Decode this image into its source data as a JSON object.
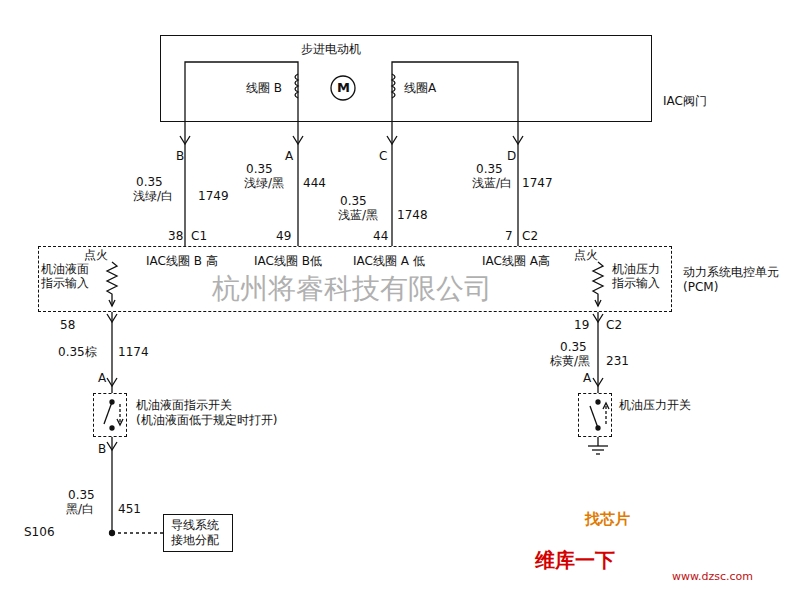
{
  "diagram": {
    "nodes": [
      {
        "text": [
          "步进电动机",
          "IAC阀门"
        ]
      },
      {
        "text": [
          "动力系统电控单元(PCM)"
        ]
      },
      {
        "text": [
          "机油液面指示开关 (机油液面低于规定时打开)"
        ]
      },
      {
        "text": [
          "机油压力开关"
        ]
      },
      {
        "text": [
          "导线系统 接地分配"
        ]
      }
    ],
    "edges": [
      {
        "from": 0,
        "to": 1,
        "arrow": "none"
      },
      {
        "from": 0,
        "to": 1,
        "arrow": "none"
      },
      {
        "from": 0,
        "to": 1,
        "arrow": "none"
      },
      {
        "from": 0,
        "to": 1,
        "arrow": "none"
      },
      {
        "from": 1,
        "to": 2,
        "arrow": "none"
      },
      {
        "from": 1,
        "to": 3,
        "arrow": "none"
      },
      {
        "from": 2,
        "to": 4,
        "arrow": "none"
      }
    ],
    "labels": [
      "线圈 B",
      "M",
      "线圈A",
      "B",
      "0.35",
      "浅绿/白",
      "1749",
      "A",
      "0.35",
      "浅绿/黑",
      "444",
      "C",
      "0.35",
      "浅蓝/黑",
      "1748",
      "D",
      "0.35",
      "浅蓝/白",
      "1747",
      "38",
      "C1",
      "49",
      "44",
      "7",
      "C2",
      "点火",
      "机油液面指示输入",
      "IAC线圈 B 高",
      "IAC线圈 B低",
      "IAC线圈 A 低",
      "IAC线圈 A高",
      "点火",
      "机油压力指示输入",
      "杭州将睿科技有限公司",
      "58",
      "0.35棕",
      "1174",
      "19",
      "C2",
      "0.35",
      "棕黄/黑",
      "231",
      "A",
      "B",
      "A",
      "0.35",
      "黑/白",
      "451",
      "S106",
      "找芯片",
      "维库一下",
      "www.dzsc.com"
    ]
  }
}
